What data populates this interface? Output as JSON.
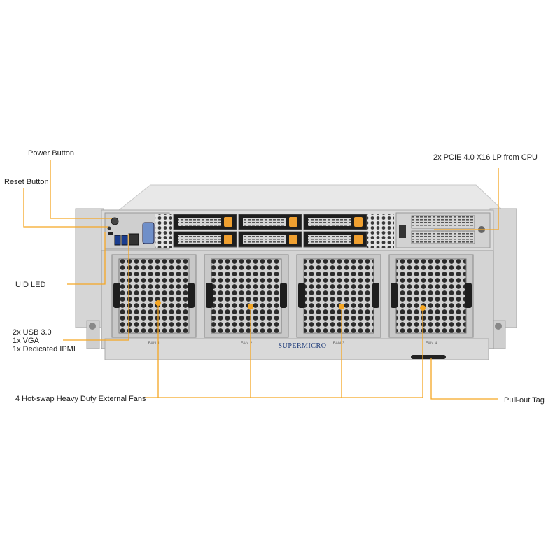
{
  "labels": {
    "power_button": "Power Button",
    "reset_button": "Reset Button",
    "uid_led": "UID LED",
    "io_ports": [
      "2x USB 3.0",
      "1x VGA",
      "1x Dedicated IPMI"
    ],
    "fans": "4 Hot-swap Heavy Duty External Fans",
    "pcie": "2x PCIE 4.0 X16 LP from CPU",
    "pull_out_tag": "Pull-out Tag"
  },
  "brand": "SUPERMICRO",
  "fan_labels": [
    "FAN 1",
    "FAN 2",
    "FAN 3",
    "FAN 4"
  ],
  "drive_bays": 6,
  "fan_count": 4,
  "colors": {
    "callout": "#f5a623",
    "chassis": "#d9d9d9",
    "chassis_dark": "#bdbdbd",
    "fan_grille": "#2a2a2a",
    "drive_tab": "#f0a030",
    "background": "#ffffff"
  }
}
